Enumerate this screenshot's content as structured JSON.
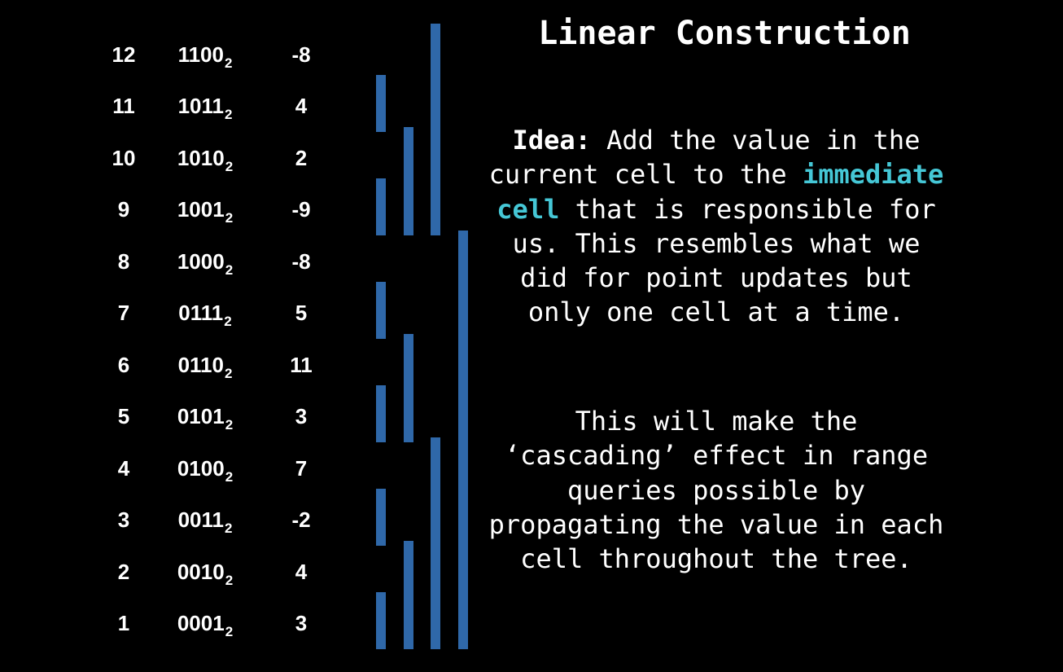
{
  "title": "Linear Construction",
  "rows": [
    {
      "index": "12",
      "binary": "1100",
      "base": "2",
      "value": "-8"
    },
    {
      "index": "11",
      "binary": "1011",
      "base": "2",
      "value": "4"
    },
    {
      "index": "10",
      "binary": "1010",
      "base": "2",
      "value": "2"
    },
    {
      "index": "9",
      "binary": "1001",
      "base": "2",
      "value": "-9"
    },
    {
      "index": "8",
      "binary": "1000",
      "base": "2",
      "value": "-8"
    },
    {
      "index": "7",
      "binary": "0111",
      "base": "2",
      "value": "5"
    },
    {
      "index": "6",
      "binary": "0110",
      "base": "2",
      "value": "11"
    },
    {
      "index": "5",
      "binary": "0101",
      "base": "2",
      "value": "3"
    },
    {
      "index": "4",
      "binary": "0100",
      "base": "2",
      "value": "7"
    },
    {
      "index": "3",
      "binary": "0011",
      "base": "2",
      "value": "-2"
    },
    {
      "index": "2",
      "binary": "0010",
      "base": "2",
      "value": "4"
    },
    {
      "index": "1",
      "binary": "0001",
      "base": "2",
      "value": "3"
    }
  ],
  "ranges": [
    {
      "index": 12,
      "from": 9,
      "to": 12
    },
    {
      "index": 11,
      "from": 11,
      "to": 11
    },
    {
      "index": 10,
      "from": 9,
      "to": 10
    },
    {
      "index": 9,
      "from": 9,
      "to": 9
    },
    {
      "index": 8,
      "from": 1,
      "to": 8
    },
    {
      "index": 7,
      "from": 7,
      "to": 7
    },
    {
      "index": 6,
      "from": 5,
      "to": 6
    },
    {
      "index": 5,
      "from": 5,
      "to": 5
    },
    {
      "index": 4,
      "from": 1,
      "to": 4
    },
    {
      "index": 3,
      "from": 3,
      "to": 3
    },
    {
      "index": 2,
      "from": 1,
      "to": 2
    },
    {
      "index": 1,
      "from": 1,
      "to": 1
    }
  ],
  "bar_color": "#2f68a9",
  "highlight_color": "#45c7d6",
  "idea": {
    "label": "Idea:",
    "pre": " Add the value in the current cell to the ",
    "highlight": "immediate cell",
    "post": " that is responsible for us. This resembles what we did for point updates but only one cell at a time."
  },
  "paragraph2": "This will make the ‘cascading’ effect in range queries possible by propagating the value in each cell throughout the tree."
}
